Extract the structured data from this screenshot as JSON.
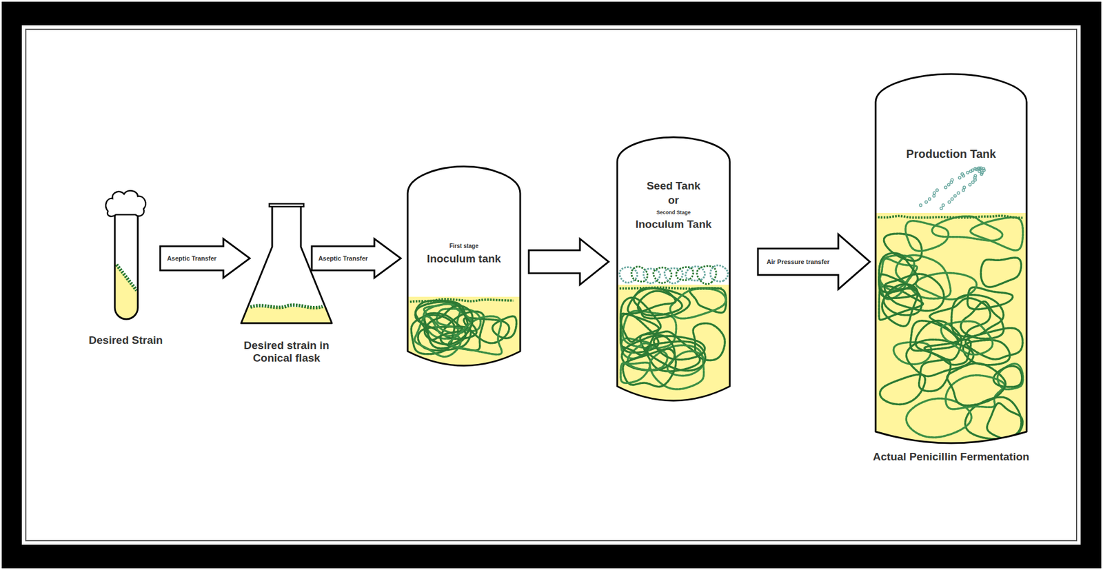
{
  "diagram": {
    "nodes": [
      {
        "text": [
          "Desired Strain"
        ]
      },
      {
        "text": [
          "Desired strain in Conical flask"
        ]
      },
      {
        "text": [
          "First stage",
          "Inoculum tank"
        ]
      },
      {
        "text": [
          "Seed Tank",
          "or",
          "Second Stage",
          "Inoculum Tank"
        ]
      },
      {
        "text": [
          "Production Tank",
          "Actual Penicillin Fermentation"
        ]
      }
    ],
    "edges": [
      {
        "from": 0,
        "to": 1,
        "label": "Aseptic Transfer",
        "arrow": "to"
      },
      {
        "from": 1,
        "to": 2,
        "label": "Aseptic Transfer",
        "arrow": "to"
      },
      {
        "from": 2,
        "to": 3,
        "arrow": "to"
      },
      {
        "from": 3,
        "to": 4,
        "label": "Air Pressure transfer",
        "arrow": "to"
      }
    ]
  }
}
